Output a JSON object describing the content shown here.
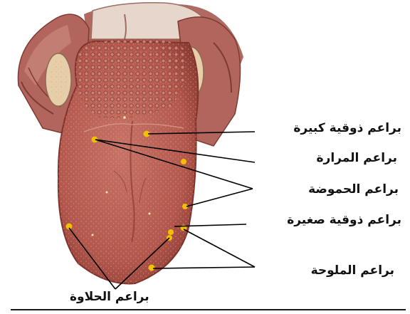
{
  "labels": {
    "large_taste_buds": "براعم ذوقية كبيرة",
    "bitter_buds": "براعم المرارة",
    "sour_buds": "براعم الحموضة",
    "small_taste_buds": "براعم ذوقية صغيرة",
    "salty_buds": "براعم الملوحة",
    "sweet_buds": "براعم الحلاوة"
  },
  "colors": {
    "tongue": "#b4584d",
    "tongue_dark": "#8a3a32",
    "papilla_dot": "#f2c000",
    "pointer_line": "#000000"
  }
}
